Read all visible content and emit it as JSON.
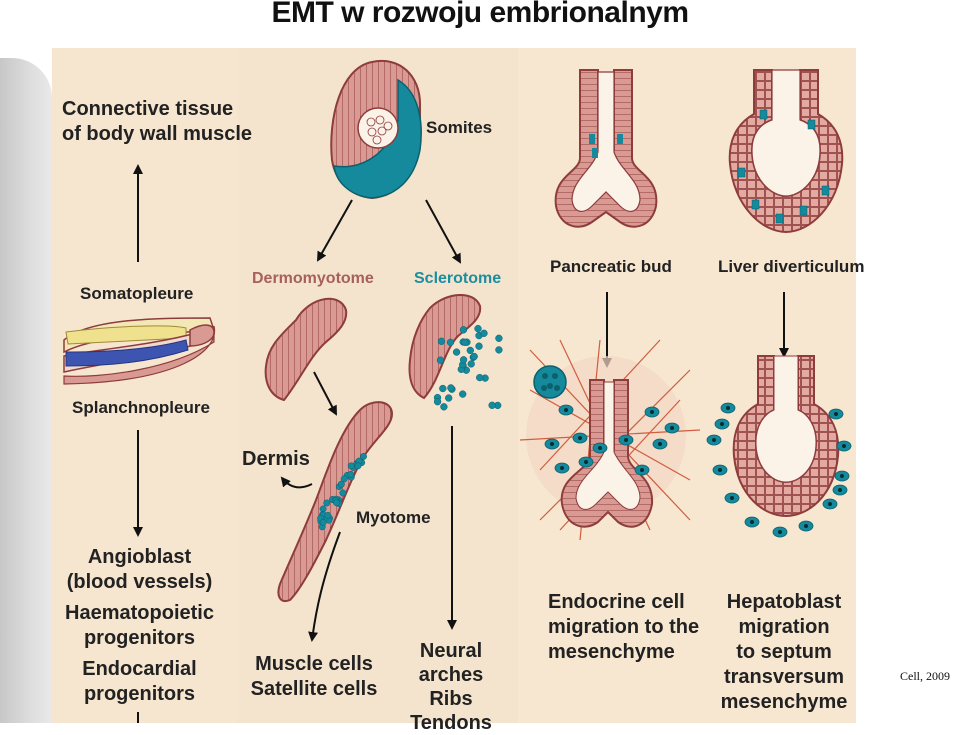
{
  "slide": {
    "title": "EMT w rozwoju embrionalnym",
    "citation": "Cell, 2009"
  },
  "left_column": {
    "top_label": "Connective tissue\nof body wall muscle",
    "somatopleure": "Somatopleure",
    "splanchnopleure": "Splanchnopleure",
    "angioblast": "Angioblast\n(blood vessels)",
    "haematopoietic": "Haematopoietic\nprogenitors",
    "endocardial": "Endocardial\nprogenitors"
  },
  "middle_column": {
    "somites": "Somites",
    "dermomyotome": "Dermomyotome",
    "sclerotome": "Sclerotome",
    "dermis": "Dermis",
    "myotome": "Myotome",
    "muscle_cells": "Muscle cells\nSatellite cells",
    "neural_arches": "Neural arches\nRibs\nTendons"
  },
  "right_column": {
    "pancreatic_bud": "Pancreatic bud",
    "liver_diverticulum": "Liver diverticulum",
    "endocrine": "Endocrine cell\nmigration to the\nmesenchyme",
    "hepatoblast": "Hepatoblast\nmigration\nto septum\ntransversum\nmesenchyme"
  },
  "colors": {
    "panel_bg": "#f6e6d0",
    "epithelium_pink": "#d99a93",
    "outline_maroon": "#8e3c3c",
    "teal": "#148a9c",
    "somatopleure_yellow": "#efe18e",
    "splanchnopleure_blue": "#3d55b0"
  }
}
